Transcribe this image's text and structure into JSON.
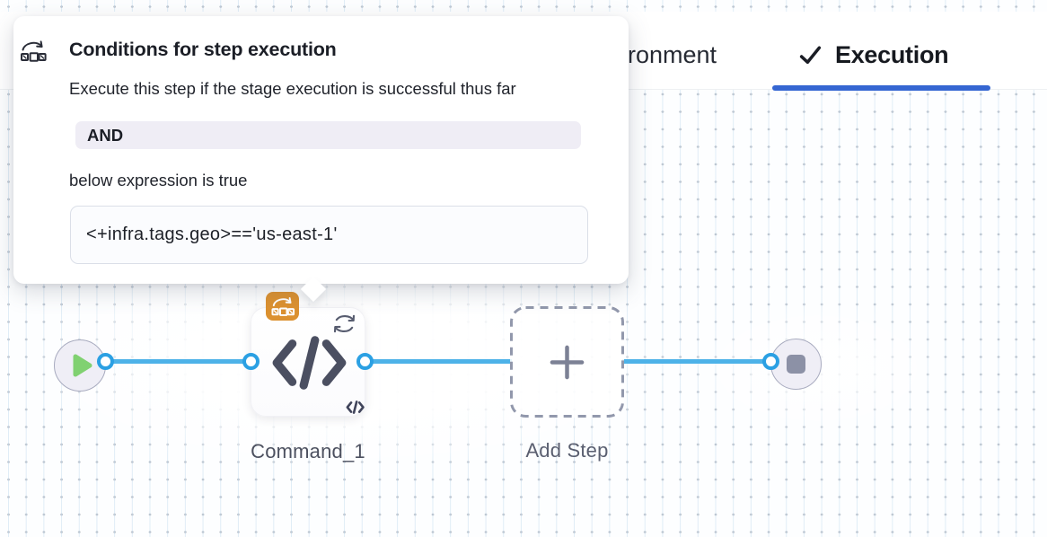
{
  "header": {
    "tab_partial": "ronment",
    "tab_active": "Execution"
  },
  "popover": {
    "title": "Conditions for step execution",
    "description": "Execute this step if the stage execution is successful thus far",
    "operator": "AND",
    "expression_label": "below expression is true",
    "expression": "<+infra.tags.geo>=='us-east-1'"
  },
  "canvas": {
    "step_label": "Command_1",
    "add_step_label": "Add Step"
  },
  "icons": {
    "conditional_execution": "arc-arrow-over-steps",
    "loop": "circular-arrows",
    "code": "</>",
    "play": "triangle",
    "stop": "square",
    "add": "plus",
    "check": "checkmark"
  },
  "colors": {
    "tab_underline": "#3566d2",
    "connector_line": "#4db2e8",
    "connector_ring": "#2ba0e3",
    "conditional_badge": "#dc9130",
    "play_green": "#80d171",
    "chip_background": "#efedf5"
  }
}
